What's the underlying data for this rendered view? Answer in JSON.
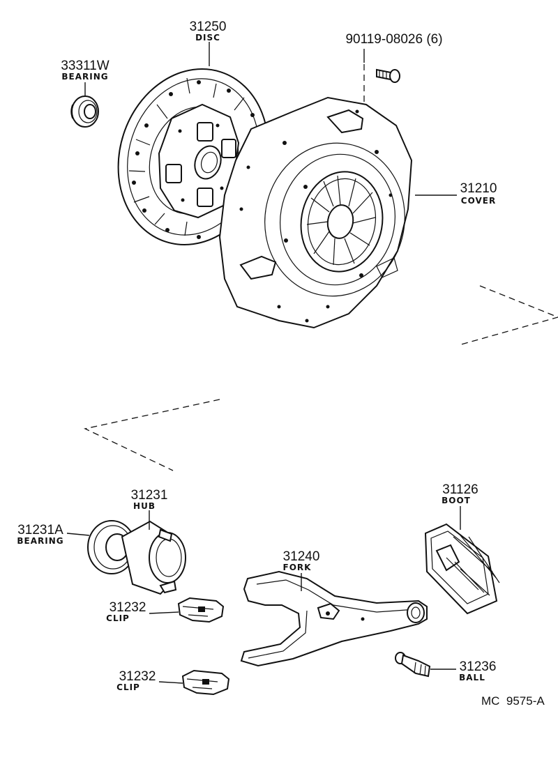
{
  "parts": [
    {
      "id": "disc",
      "number": "31250",
      "name": "DISC"
    },
    {
      "id": "bearing-top",
      "number": "33311W",
      "name": "BEARING"
    },
    {
      "id": "bolt",
      "number": "90119-08026 (6)",
      "name": ""
    },
    {
      "id": "cover",
      "number": "31210",
      "name": "COVER"
    },
    {
      "id": "hub",
      "number": "31231",
      "name": "HUB"
    },
    {
      "id": "release-bearing",
      "number": "31231A",
      "name": "BEARING"
    },
    {
      "id": "boot",
      "number": "31126",
      "name": "BOOT"
    },
    {
      "id": "fork",
      "number": "31240",
      "name": "FORK"
    },
    {
      "id": "clip-1",
      "number": "31232",
      "name": "CLIP"
    },
    {
      "id": "clip-2",
      "number": "31232",
      "name": "CLIP"
    },
    {
      "id": "ball",
      "number": "31236",
      "name": "BALL"
    }
  ],
  "diagram_code": "MC  9575-A"
}
